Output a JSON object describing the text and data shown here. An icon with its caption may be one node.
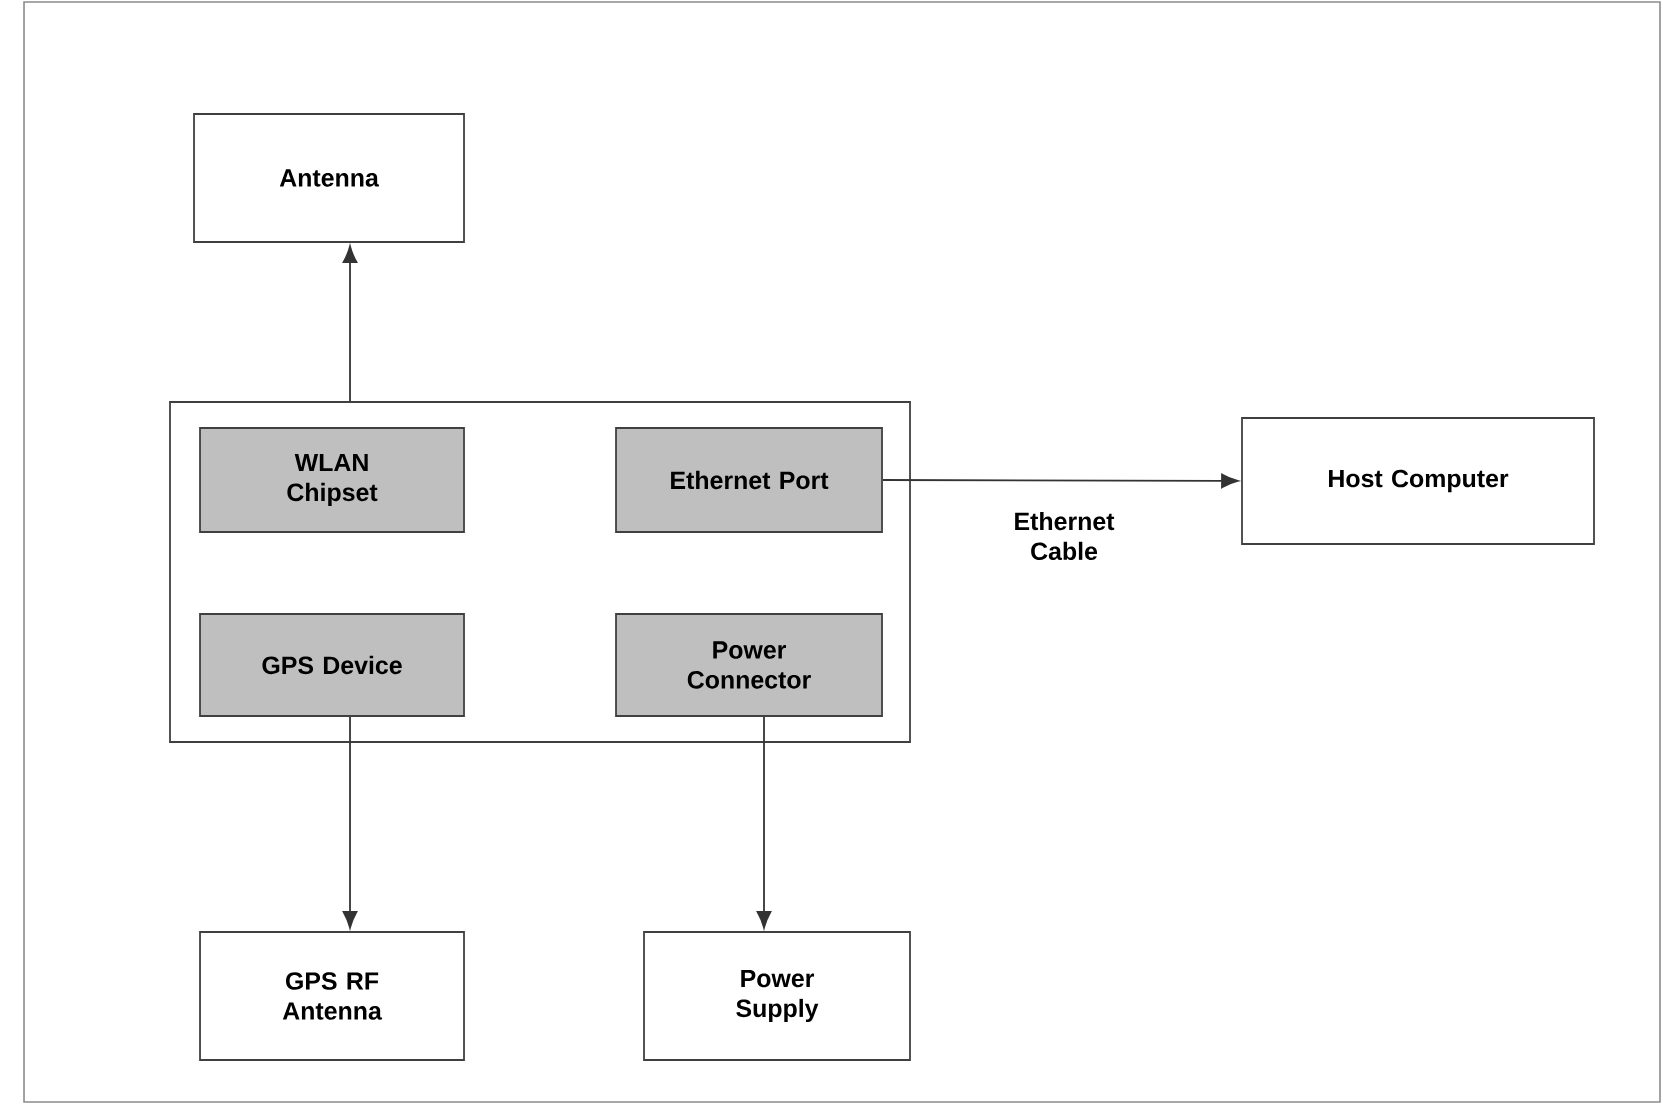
{
  "diagram": {
    "nodes": [
      {
        "text": [
          "Antenna"
        ]
      },
      {
        "text": [],
        "shape": "box"
      },
      {
        "text": [
          "WLAN Chipset"
        ],
        "in": 1
      },
      {
        "text": [
          "Ethernet Port"
        ],
        "in": 1
      },
      {
        "text": [
          "Host Computer"
        ]
      },
      {
        "text": [
          "GPS Device"
        ],
        "in": 1
      },
      {
        "text": [
          "Power Connector"
        ],
        "in": 1
      },
      {
        "text": [
          "GPS RF Antenna"
        ]
      },
      {
        "text": [
          "Power Supply"
        ]
      }
    ],
    "edges": [
      {
        "from": 1,
        "to": 0,
        "arrow": "to"
      },
      {
        "from": 3,
        "to": 4,
        "arrow": "to",
        "label": "Ethernet Cable"
      },
      {
        "from": 5,
        "to": 7,
        "arrow": "to"
      },
      {
        "from": 6,
        "to": 8,
        "arrow": "to"
      }
    ]
  }
}
